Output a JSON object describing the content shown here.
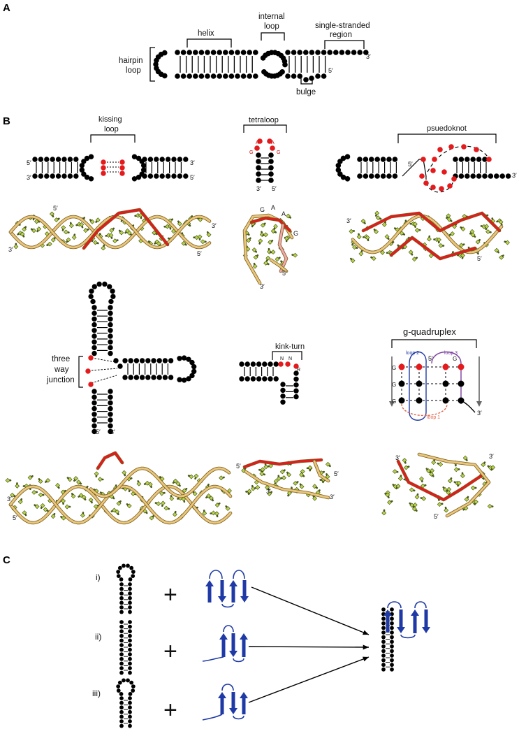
{
  "panels": {
    "A": "A",
    "B": "B",
    "C": "C"
  },
  "panel_a": {
    "helix": "helix",
    "internal_loop_1": "internal",
    "internal_loop_2": "loop",
    "single_stranded_1": "single-stranded",
    "single_stranded_2": "region",
    "hairpin_1": "hairpin",
    "hairpin_2": "loop",
    "bulge": "bulge",
    "end_3": "3′",
    "end_5": "5′"
  },
  "panel_b": {
    "kissing_1": "kissing",
    "kissing_2": "loop",
    "tetraloop": "tetraloop",
    "pseudoknot": "psuedoknot",
    "three_way_1": "three",
    "three_way_2": "way",
    "three_way_3": "junction",
    "kink_turn": "kink-turn",
    "g_quadruplex": "g-quadruplex",
    "loop1": "loop 1",
    "loop2": "loop 2",
    "loop3": "loop 3",
    "nt_G": "G",
    "nt_A": "A",
    "nt_N": "N",
    "nt_R": "R",
    "end_3": "3′",
    "end_5": "5′"
  },
  "panel_c": {
    "row_i": "i)",
    "row_ii": "ii)",
    "row_iii": "iii)",
    "plus": "+"
  },
  "colors": {
    "nucleotide": "#000000",
    "highlight": "#e41a1c",
    "protein": "#1f3aa6",
    "backbone": "#e8c67a",
    "loop1": "#e0664a",
    "loop2": "#1f3aa6",
    "loop3": "#7b3fa0"
  }
}
